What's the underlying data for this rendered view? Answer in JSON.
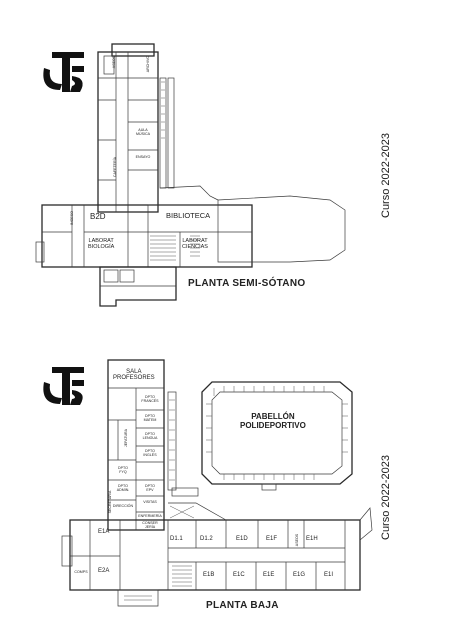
{
  "top_plan": {
    "title": "PLANTA SEMI-SÓTANO",
    "course": "Curso 2022-2023",
    "rooms": {
      "biblioteca": "BIBLIOTECA",
      "lab_biologia": "LABORAT\nBIOLOGÍA",
      "lab_ciencias": "LABORAT\nCIENCIAS",
      "b2d": "B2D",
      "cafeteria": "CAFETERÍA",
      "aula_musica": "AULA\nMÚSICA",
      "ensayo": "ENSAYO",
      "ingeso": "INGESO",
      "archivo": "ARCHIVO",
      "aseos": "ASEOS"
    }
  },
  "bottom_plan": {
    "title": "PLANTA BAJA",
    "course": "Curso 2022-2023",
    "pabellon": "PABELLÓN\nPOLIDEPORTIVO",
    "rooms": {
      "sala_profesores": "SALA\nPROFESORES",
      "dpto_frances": "DPTO\nFRANCÉS",
      "dpto_matem": "DPTO\nMATEM",
      "dpto_lengua": "DPTO\nLENGUA",
      "dpto_ingles": "DPTO\nINGLÉS",
      "dpto_fyq": "DPTO\nFYQ",
      "dpto_epv": "DPTO\nEPV",
      "dpto_admin": "DPTO\nADMIN.",
      "jefatura": "JEFATURA",
      "direccion": "DIRECCIÓN",
      "secretaria": "SECRETARÍA",
      "visitas": "VISITAS",
      "enfermeria": "ENFERMERÍA",
      "conserjeria": "CONSER\nJERÍA",
      "e1a": "E1A",
      "e2a": "E2A",
      "d1_1": "D1.1",
      "d1_2": "D1.2",
      "e1d": "E1D",
      "e1f": "E1F",
      "e1h": "E1H",
      "e1b": "E1B",
      "e1c": "E1C",
      "e1e": "E1E",
      "e1g": "E1G",
      "e1i": "E1I",
      "comps": "COMPS",
      "aseos": "ASEOS"
    }
  }
}
